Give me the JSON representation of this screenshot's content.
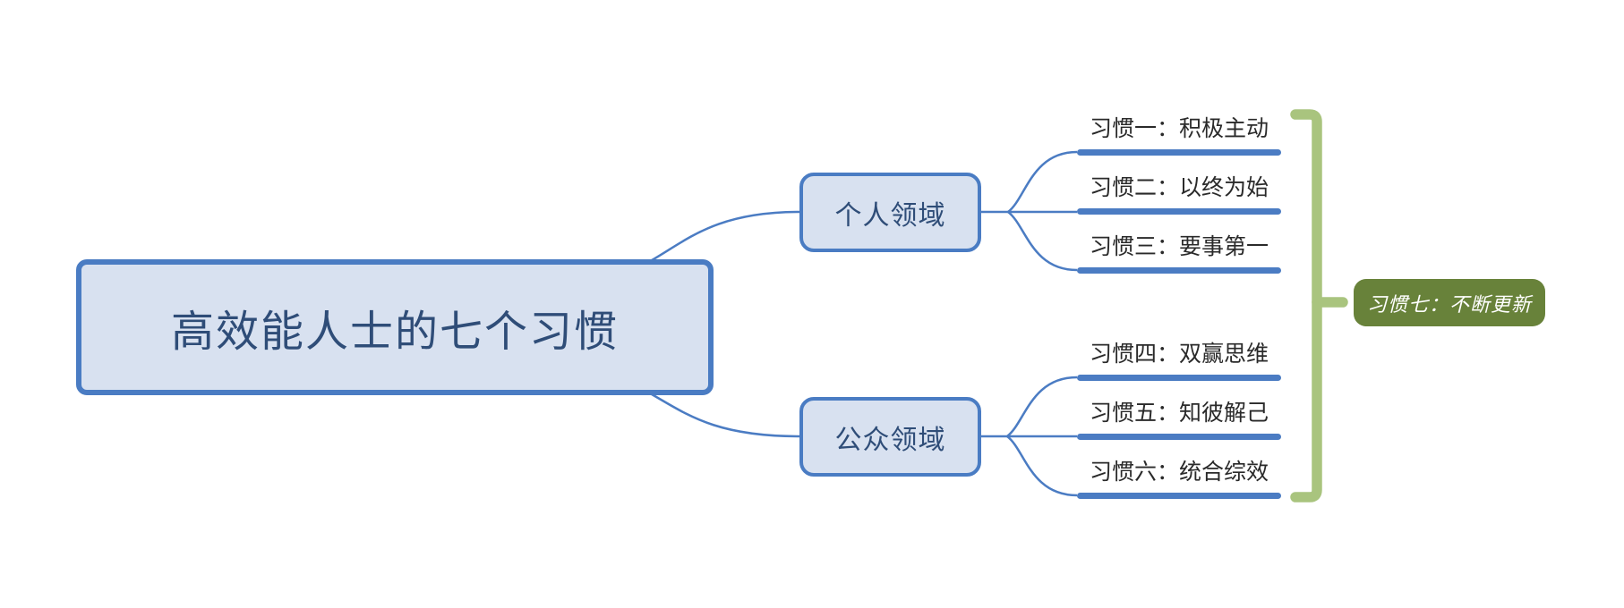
{
  "root": {
    "label": "高效能人士的七个习惯"
  },
  "branches": [
    {
      "label": "个人领域",
      "children": [
        "习惯一：积极主动",
        "习惯二：以终为始",
        "习惯三：要事第一"
      ]
    },
    {
      "label": "公众领域",
      "children": [
        "习惯四：双赢思维",
        "习惯五：知彼解己",
        "习惯六：统合综效"
      ]
    }
  ],
  "summary": {
    "label": "习惯七：不断更新"
  },
  "colors": {
    "topic-fill": "#D8E1F0",
    "topic-border": "#4A7CC3",
    "topic-text": "#2F4D78",
    "habit-text": "#2A2A2A",
    "line-blue": "#4B7CC3",
    "bracket-green": "#A9C47E",
    "summary-fill": "#68823A",
    "summary-text": "#FFFFFF"
  }
}
